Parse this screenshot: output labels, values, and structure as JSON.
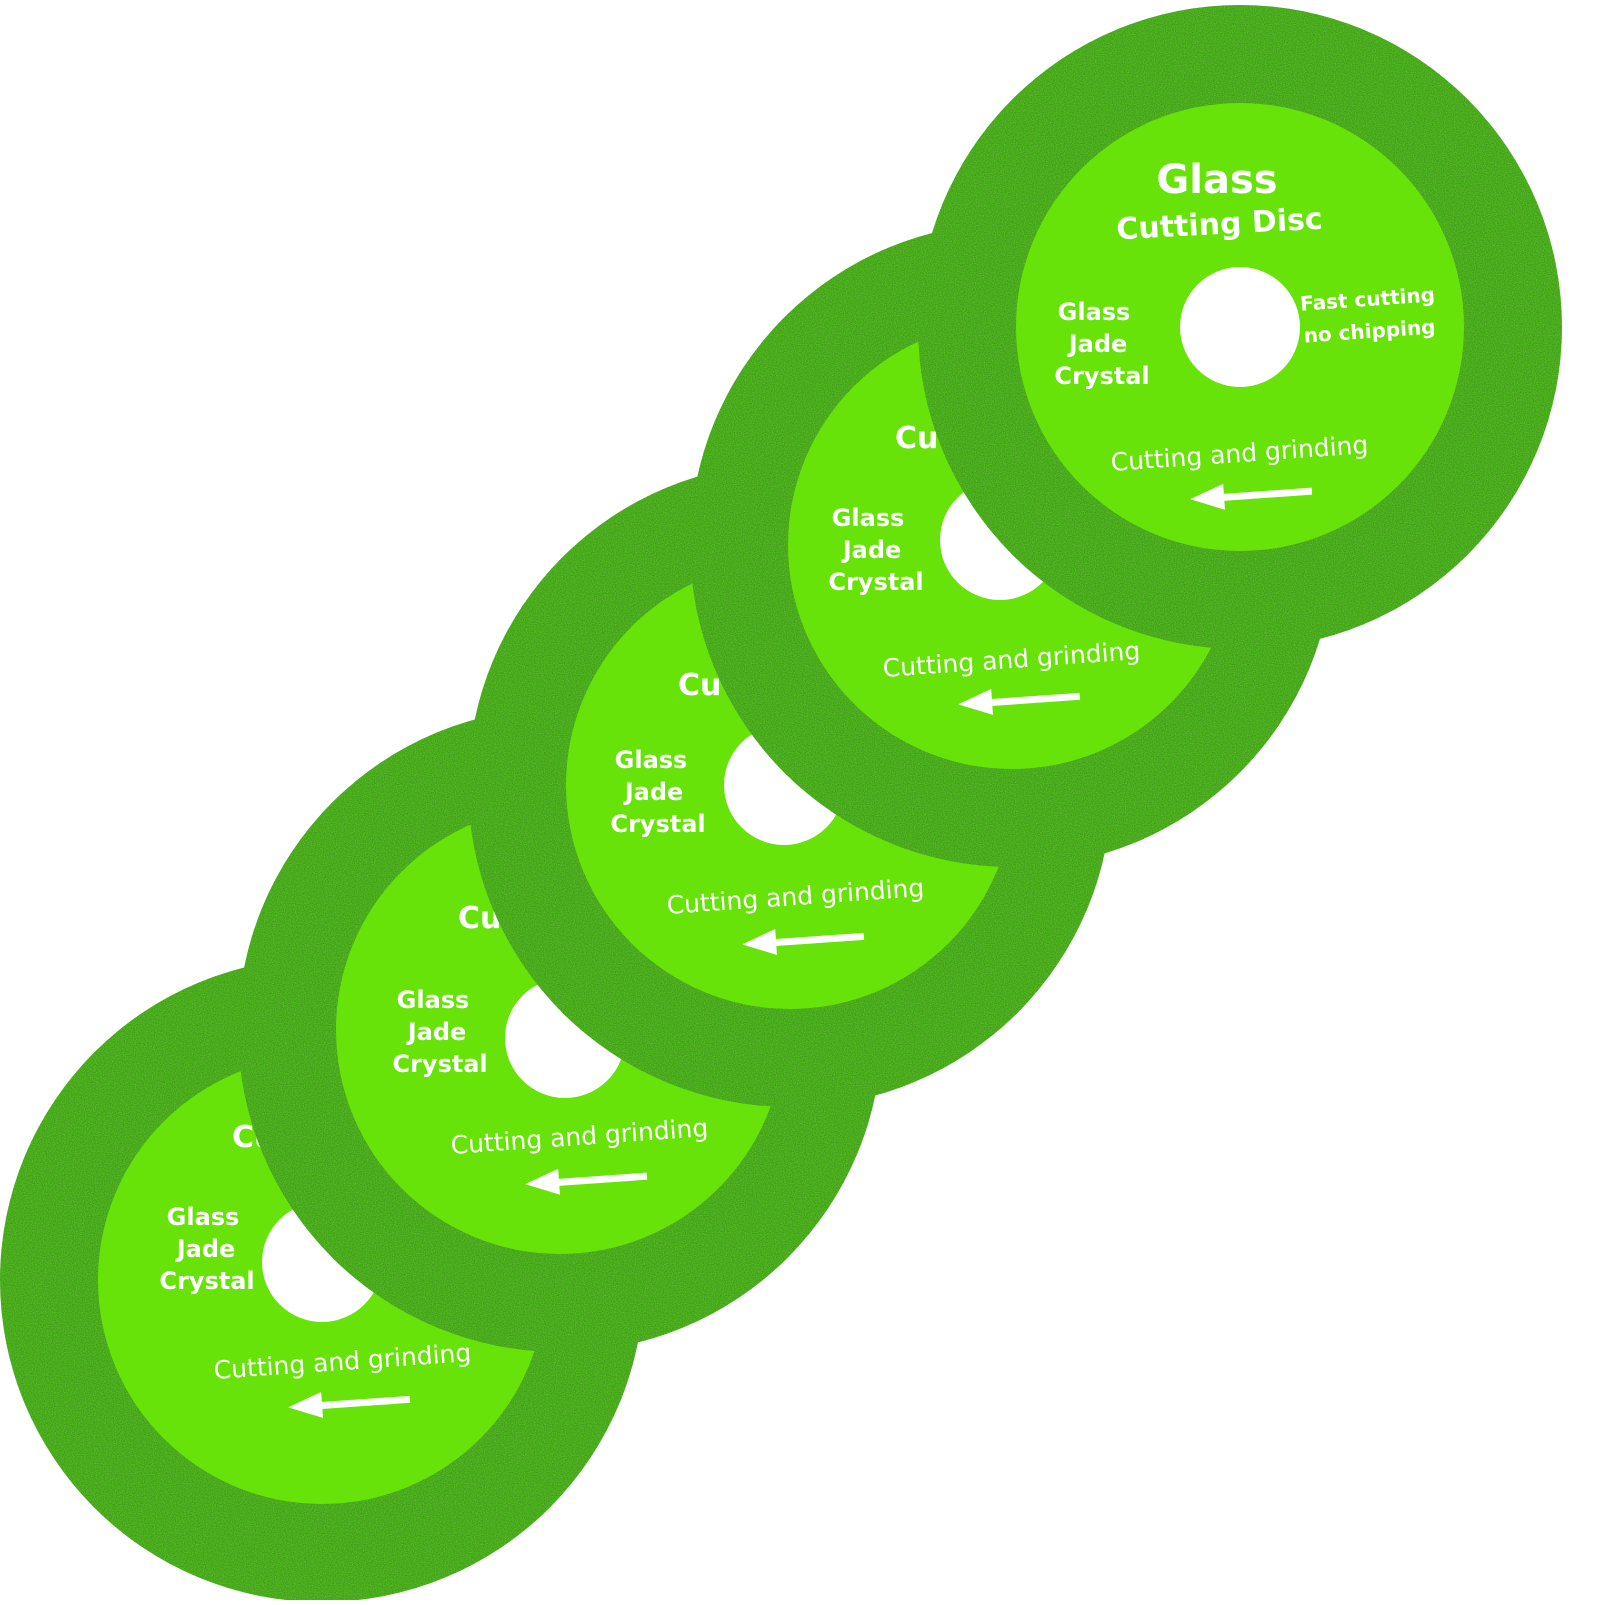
{
  "product": {
    "title": "Glass",
    "subtitle": "Cutting Disc",
    "title_partial": "Cu",
    "materials": [
      "Glass",
      "Jade",
      "Crystal"
    ],
    "features": [
      "Fast cutting",
      "no chipping"
    ],
    "usage": "Cutting and grinding",
    "disc_count": 5
  },
  "colors": {
    "rim": "#5ad024",
    "label": "#67e30a",
    "text": "#ffffff",
    "background": "#ffffff"
  },
  "icons": {
    "arrow": "arrow-left-icon",
    "arbor_hole": "arbor-hole"
  }
}
